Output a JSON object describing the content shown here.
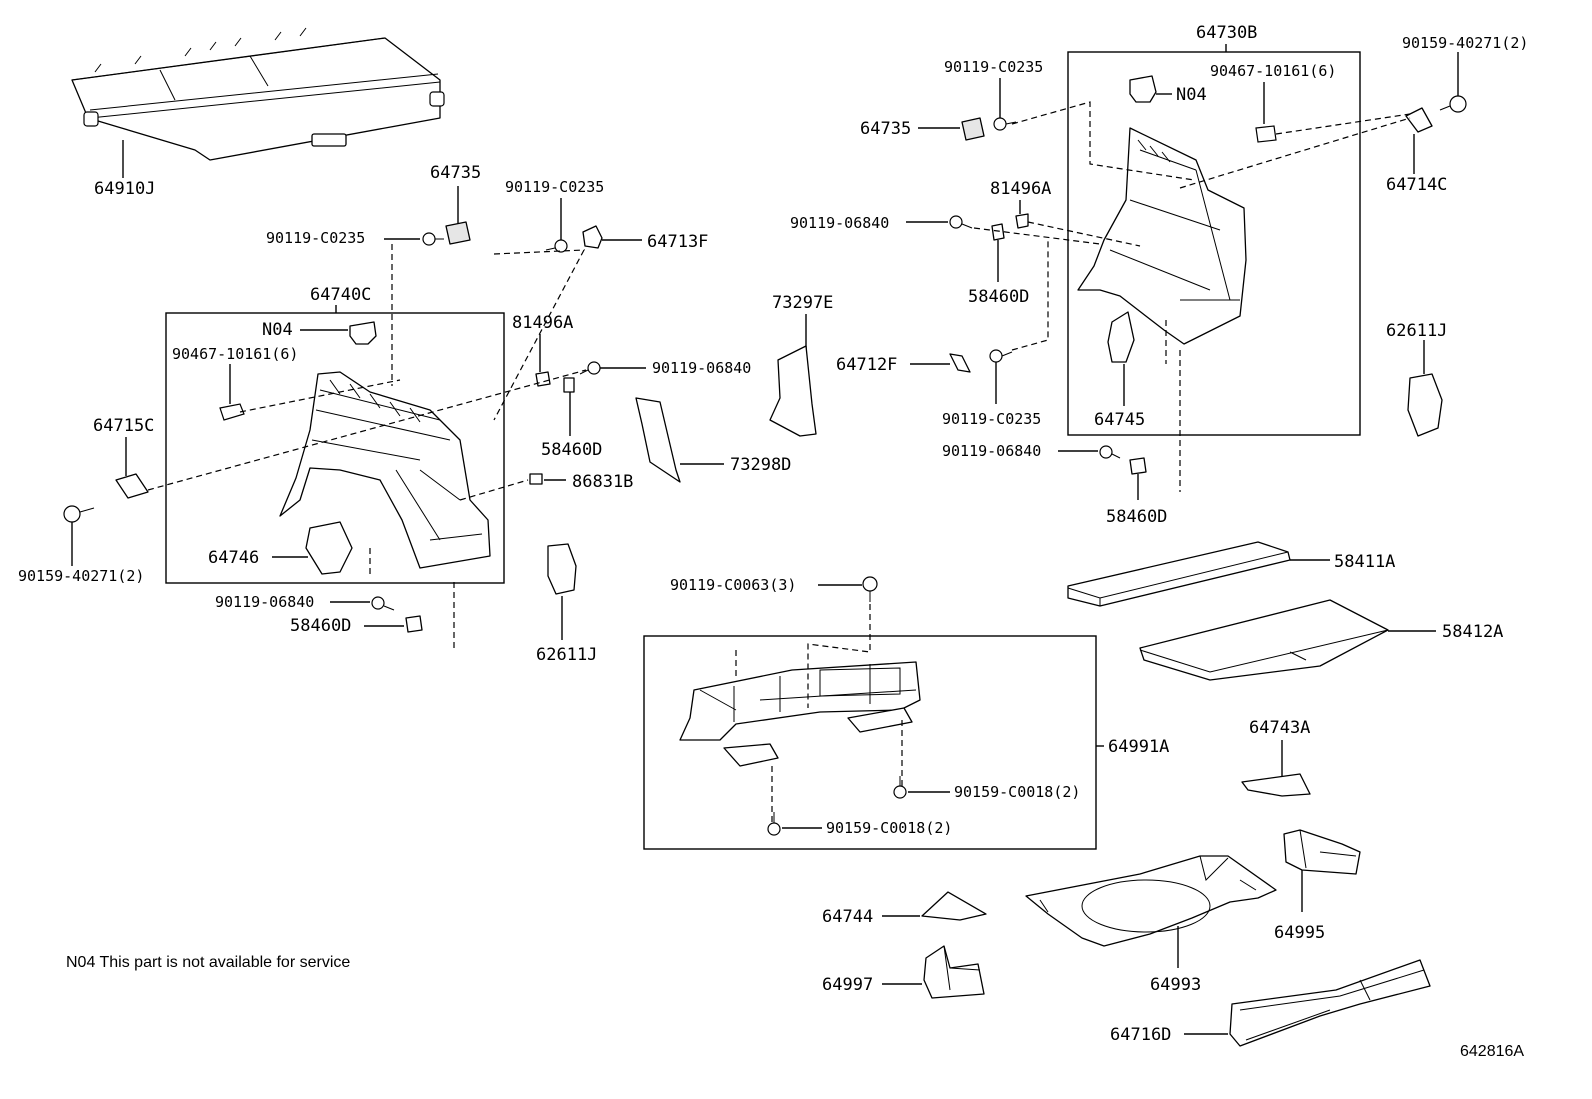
{
  "parts": {
    "p64910J": "64910J",
    "p64735_left": "64735",
    "p90119C0235_a": "90119-C0235",
    "p90119C0235_b": "90119-C0235",
    "p64713F": "64713F",
    "p64740C": "64740C",
    "pN04_left": "N04",
    "p90467_left": "90467-10161(6)",
    "p64715C": "64715C",
    "p90159_40271_left": "90159-40271(2)",
    "p64746": "64746",
    "p90119_06840_left": "90119-06840",
    "p58460D_left": "58460D",
    "p81496A_left": "81496A",
    "p90119_06840_mid": "90119-06840",
    "p58460D_mid": "58460D",
    "p86831B": "86831B",
    "p73298D": "73298D",
    "p73297E": "73297E",
    "p62611J_left": "62611J",
    "p64730B": "64730B",
    "p90119C0235_c": "90119-C0235",
    "p64735_right": "64735",
    "pN04_right": "N04",
    "p90467_right": "90467-10161(6)",
    "p90159_40271_right": "90159-40271(2)",
    "p64714C": "64714C",
    "p81496A_right": "81496A",
    "p90119_06840_r1": "90119-06840",
    "p58460D_r1": "58460D",
    "p64712F": "64712F",
    "p90119C0235_d": "90119-C0235",
    "p64745": "64745",
    "p90119_06840_r2": "90119-06840",
    "p58460D_r2": "58460D",
    "p62611J_right": "62611J",
    "p58411A": "58411A",
    "p58412A": "58412A",
    "p90119C0063": "90119-C0063(3)",
    "p64991A": "64991A",
    "p90159C0018_a": "90159-C0018(2)",
    "p90159C0018_b": "90159-C0018(2)",
    "p64743A": "64743A",
    "p64744": "64744",
    "p64997": "64997",
    "p64993": "64993",
    "p64995": "64995",
    "p64716D": "64716D"
  },
  "note": "N04 This part is not  available for service",
  "ref_code": "642816A"
}
